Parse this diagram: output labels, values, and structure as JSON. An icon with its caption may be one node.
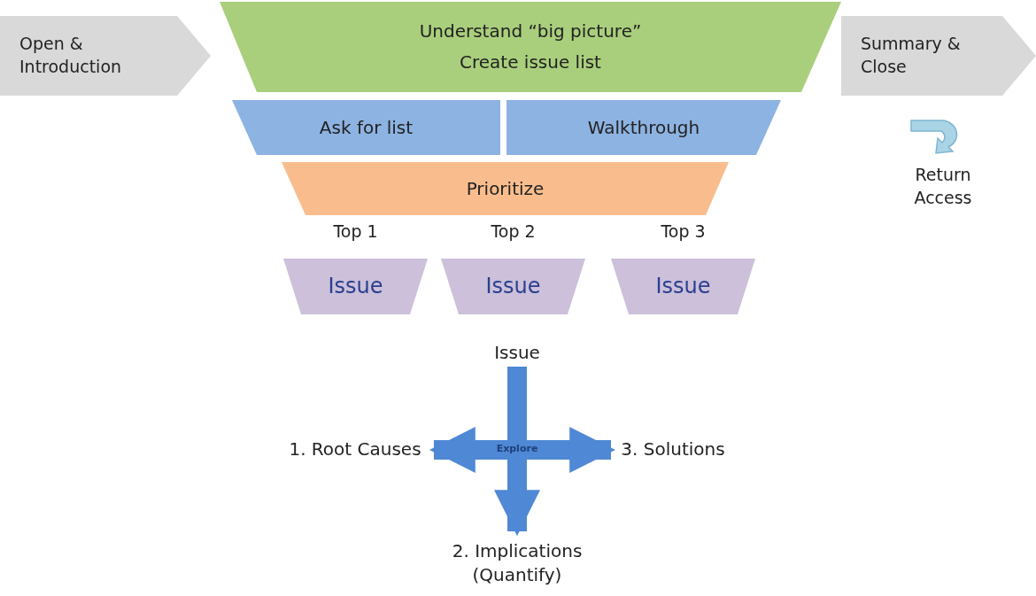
{
  "diagram": {
    "nodes": [
      {
        "text": [
          "Open & Introduction"
        ]
      },
      {
        "text": [
          "Understand “big picture”",
          "Create issue list"
        ]
      },
      {
        "text": [
          "Ask for list"
        ]
      },
      {
        "text": [
          "Walkthrough"
        ]
      },
      {
        "text": [
          "Prioritize"
        ]
      },
      {
        "text": [
          "Summary & Close"
        ]
      },
      {
        "text": [
          "Issue"
        ],
        "beside": [
          "Top 1"
        ]
      },
      {
        "text": [
          "Issue"
        ],
        "beside": [
          "Top 2"
        ]
      },
      {
        "text": [
          "Issue"
        ],
        "beside": [
          "Top 3"
        ]
      },
      {
        "text": [
          "Issue"
        ]
      },
      {
        "text": [
          "1. Root Causes"
        ]
      },
      {
        "text": [
          "3. Solutions"
        ]
      },
      {
        "text": [
          "2. Implications (Quantify)"
        ]
      }
    ],
    "edges": [
      {
        "from": 9,
        "to": 10,
        "arrow": "to"
      },
      {
        "from": 9,
        "to": 11,
        "arrow": "to"
      },
      {
        "from": 9,
        "to": 12,
        "arrow": "to"
      }
    ],
    "labels": [
      "Return Access",
      "Explore"
    ]
  }
}
